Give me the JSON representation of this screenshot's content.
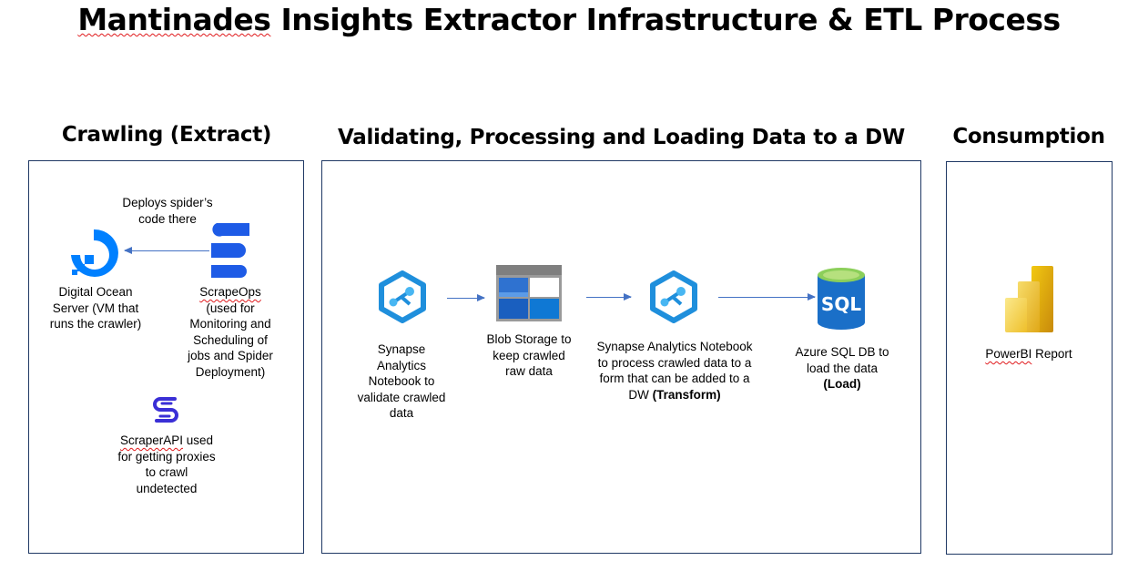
{
  "title": {
    "text_underlined": "Mantinades",
    "text_rest": " Insights Extractor Infrastructure & ETL Process"
  },
  "sections": {
    "crawling": {
      "heading": "Crawling (Extract)"
    },
    "processing": {
      "heading": "Validating, Processing and Loading Data to a DW"
    },
    "consumption": {
      "heading": "Consumption"
    }
  },
  "crawling": {
    "deploy_label": "Deploys spider’s code there",
    "digital_ocean": {
      "label": "Digital Ocean Server (VM that runs the crawler)"
    },
    "scrapeops": {
      "name": "ScrapeOps",
      "desc": "(used for Monitoring and Scheduling of jobs and Spider Deployment)"
    },
    "scraperapi": {
      "name": "ScraperAPI",
      "desc": " used for getting proxies to crawl undetected"
    }
  },
  "processing": {
    "synapse_validate": {
      "label": "Synapse Analytics Notebook to validate crawled data"
    },
    "blob": {
      "label": "Blob Storage to keep crawled raw data"
    },
    "synapse_transform": {
      "label": "Synapse Analytics Notebook to process crawled data to a form that can be added to a DW ",
      "emphasis": "(Transform)"
    },
    "sql": {
      "icon_text": "SQL",
      "label": "Azure SQL DB to load the data",
      "emphasis": "(Load)"
    }
  },
  "consumption": {
    "powerbi": {
      "name": "PowerBI",
      "rest": " Report"
    }
  },
  "colors": {
    "box_border": "#1f3864",
    "arrow": "#4472c4",
    "digital_ocean": "#0080ff",
    "scrapeops": "#1e5be6",
    "synapse": "#1f8fdc",
    "sql": "#1a6fc8",
    "powerbi": "#f2c811"
  }
}
